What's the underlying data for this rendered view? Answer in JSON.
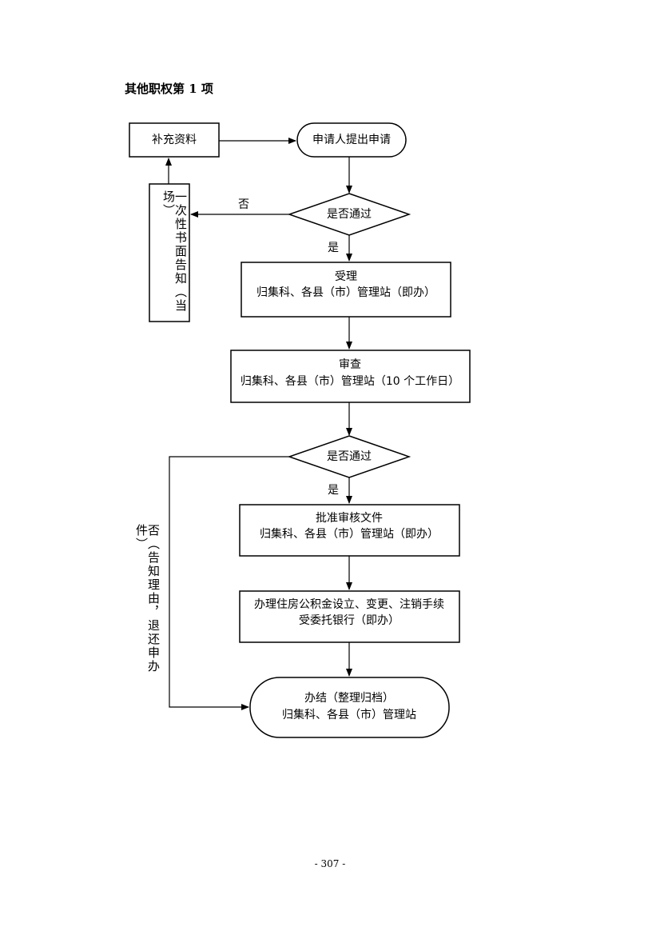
{
  "title": "其他职权第 1 项",
  "nodes": {
    "supplement": "补充资料",
    "apply": "申请人提出申请",
    "decision1": "是否通过",
    "notice_vertical": "一次性书面告知（当场）",
    "accept": [
      "受理",
      "归集科、各县（市）管理站（即办）"
    ],
    "review": [
      "审查",
      "归集科、各县（市）管理站（10 个工作日）"
    ],
    "decision2": "是否通过",
    "approve": [
      "批准审核文件",
      "归集科、各县（市）管理站（即办）"
    ],
    "handle": [
      "办理住房公积金设立、变更、注销手续",
      "受委托银行（即办）"
    ],
    "finish": [
      "办结（整理归档）",
      "归集科、各县（市）管理站"
    ]
  },
  "edge_labels": {
    "no1": "否",
    "yes1": "是",
    "yes2": "是",
    "no2_vertical": "否（告知理由，退还申办件）"
  },
  "page_number": "- 307 -"
}
